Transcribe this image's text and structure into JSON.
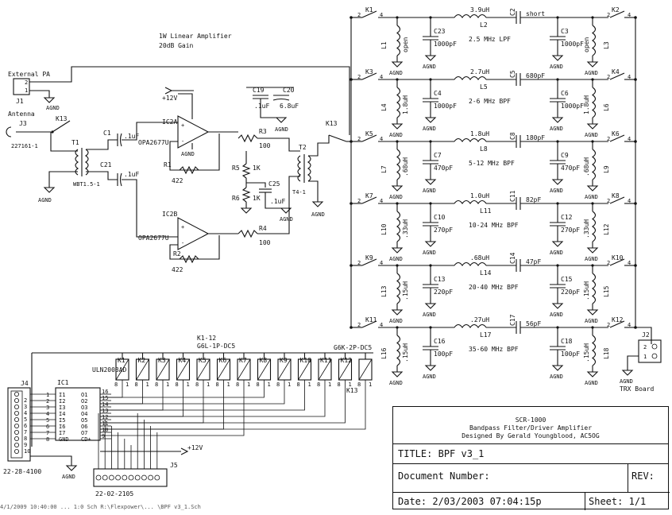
{
  "amp": {
    "title": "1W Linear Amplifier",
    "gain": "20dB Gain"
  },
  "connectors": {
    "ext_pa": "External PA",
    "antenna": "Antenna",
    "trx_board": "TRX Board",
    "j1": "J1",
    "j2": "J2",
    "j3": "J3",
    "j3_pn": "227161-1",
    "j4": "J4",
    "j4_pn": "22-28-4100",
    "j5": "J5",
    "j5_pn": "22-02-2105"
  },
  "amp_parts": {
    "ic2a": "IC2A",
    "ic2b": "IC2B",
    "opamp": "OPA2677U",
    "t1": "T1",
    "t1_pn": "WBT1.5-1",
    "t2": "T2",
    "t2_pn": "T4-1",
    "c1": "C1",
    "c1_val": ".1uF",
    "c21": "C21",
    "c21_val": ".1uF",
    "c19": "C19",
    "c19_val": ".1uF",
    "c20": "C20",
    "c20_val": "6.8uF",
    "c25": "C25",
    "c25_val": ".1uF",
    "r1": "R1",
    "r1_val": "422",
    "r2": "R2",
    "r2_val": "422",
    "r3": "R3",
    "r3_val": "100",
    "r4": "R4",
    "r4_val": "100",
    "r5": "R5",
    "r5_val": "1K",
    "r6": "R6",
    "r6_val": "1K",
    "k13": "K13"
  },
  "rails": {
    "v12": "+12V",
    "agnd": "AGND"
  },
  "relays": [
    "K1",
    "K2",
    "K3",
    "K4",
    "K5",
    "K6",
    "K7",
    "K8",
    "K9",
    "K10",
    "K11",
    "K12"
  ],
  "filters": [
    {
      "name": "2.5 MHz LPF",
      "lin": "L1",
      "lin_val": "open",
      "cin": "C23",
      "cin_val": "1000pF",
      "lser": "L2",
      "lser_val": "3.9uH",
      "cser": "C2",
      "cser_val": "short",
      "cout": "C3",
      "cout_val": "1000pF",
      "lout": "L3",
      "lout_val": "open",
      "ka": "K1",
      "kb": "K2"
    },
    {
      "name": "2-6 MHz BPF",
      "lin": "L4",
      "lin_val": "1.8uH",
      "cin": "C4",
      "cin_val": "1000pF",
      "lser": "L5",
      "lser_val": "2.7uH",
      "cser": "C5",
      "cser_val": "680pF",
      "cout": "C6",
      "cout_val": "1000pF",
      "lout": "L6",
      "lout_val": "1.8uH",
      "ka": "K3",
      "kb": "K4"
    },
    {
      "name": "5-12 MHz BPF",
      "lin": "L7",
      "lin_val": ".68uH",
      "cin": "C7",
      "cin_val": "470pF",
      "lser": "L8",
      "lser_val": "1.8uH",
      "cser": "C8",
      "cser_val": "180pF",
      "cout": "C9",
      "cout_val": "470pF",
      "lout": "L9",
      "lout_val": ".68uH",
      "ka": "K5",
      "kb": "K6"
    },
    {
      "name": "10-24 MHz BPF",
      "lin": "L10",
      "lin_val": ".33uH",
      "cin": "C10",
      "cin_val": "270pF",
      "lser": "L11",
      "lser_val": "1.0uH",
      "cser": "C11",
      "cser_val": "82pF",
      "cout": "C12",
      "cout_val": "270pF",
      "lout": "L12",
      "lout_val": ".33uH",
      "ka": "K7",
      "kb": "K8"
    },
    {
      "name": "20-40 MHz BPF",
      "lin": "L13",
      "lin_val": ".15uH",
      "cin": "C13",
      "cin_val": "220pF",
      "lser": "L14",
      "lser_val": ".68uH",
      "cser": "C14",
      "cser_val": "47pF",
      "cout": "C15",
      "cout_val": "220pF",
      "lout": "L15",
      "lout_val": ".15uH",
      "ka": "K9",
      "kb": "K10"
    },
    {
      "name": "35-60 MHz BPF",
      "lin": "L16",
      "lin_val": ".15uH",
      "cin": "C16",
      "cin_val": "100pF",
      "lser": "L17",
      "lser_val": ".27uH",
      "cser": "C17",
      "cser_val": "56pF",
      "cout": "C18",
      "cout_val": "100pF",
      "lout": "L18",
      "lout_val": ".15uH",
      "ka": "K11",
      "kb": "K12"
    }
  ],
  "driver": {
    "ic1": "IC1",
    "ic1_pn": "ULN2003AD",
    "relay_note": "K1-12",
    "relay_pn": "G6L-1P-DC5",
    "k13_pn": "G6K-2P-DC5",
    "k13": "K13",
    "left_pins": [
      "I1",
      "I2",
      "I3",
      "I4",
      "I5",
      "I6",
      "I7",
      "GND"
    ],
    "right_pins": [
      "O1",
      "O2",
      "O3",
      "O4",
      "O5",
      "O6",
      "O7",
      "CD+"
    ],
    "left_nums": [
      "1",
      "2",
      "3",
      "4",
      "5",
      "6",
      "7",
      "8"
    ],
    "right_nums": [
      "16",
      "15",
      "14",
      "13",
      "12",
      "11",
      "10",
      "9"
    ],
    "j4_pins": [
      "2",
      "3",
      "4",
      "5",
      "6",
      "7",
      "8",
      "9",
      "10"
    ]
  },
  "title_block": {
    "project": "SCR-1000",
    "desc": "Bandpass Filter/Driver Amplifier",
    "designer": "Designed By Gerald Youngblood, AC5OG",
    "title_label": "TITLE:",
    "title_val": "BPF v3_1",
    "doc_label": "Document Number:",
    "doc_val": "",
    "rev_label": "REV:",
    "rev_val": "",
    "date_label": "Date:",
    "date_val": "2/03/2003 07:04:15p",
    "sheet_label": "Sheet:",
    "sheet_val": "1/1"
  },
  "footer": "4/1/2009 10:40:00 ... 1:0 Sch R:\\Flexpower\\... \\BPF v3_1.Sch"
}
